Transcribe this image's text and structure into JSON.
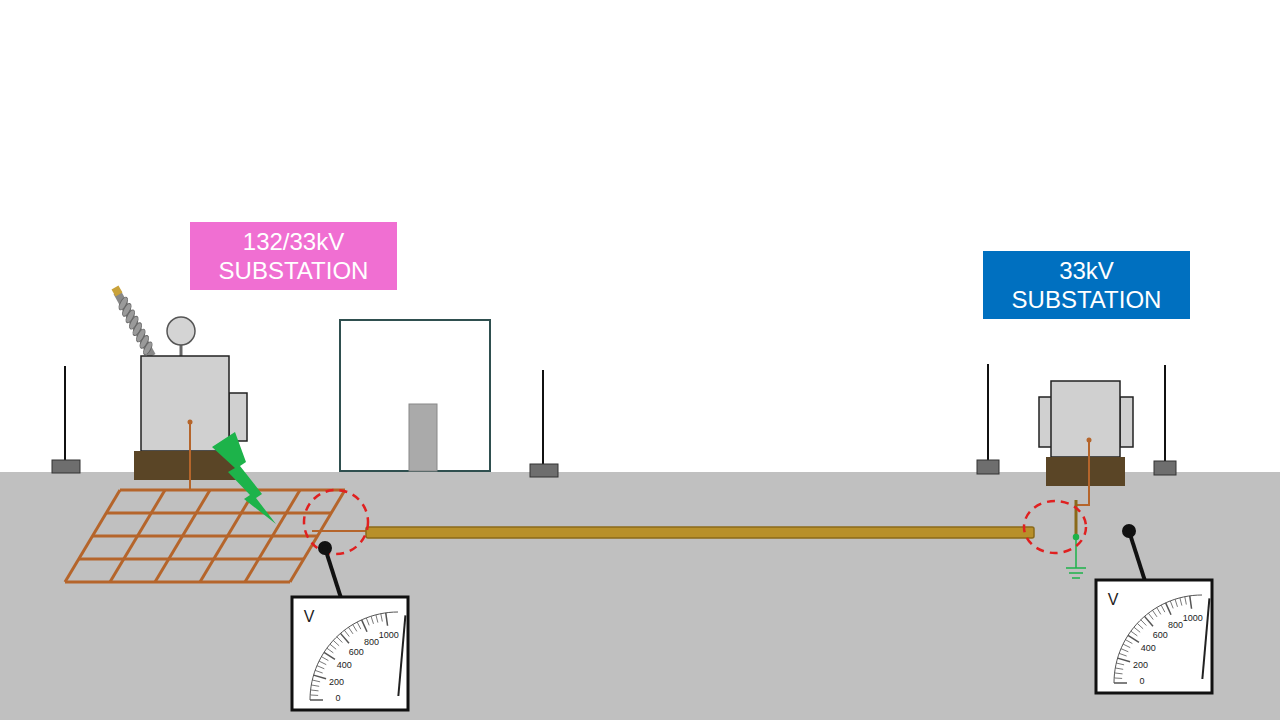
{
  "diagram": {
    "nodes": [
      {
        "text": [
          "132/33kV SUBSTATION"
        ]
      },
      {
        "text": [
          "33kV SUBSTATION"
        ]
      }
    ],
    "labels": [
      "V",
      "0",
      "200",
      "400",
      "600",
      "800",
      "1000",
      "V",
      "0",
      "200",
      "400",
      "600",
      "800",
      "1000"
    ]
  }
}
